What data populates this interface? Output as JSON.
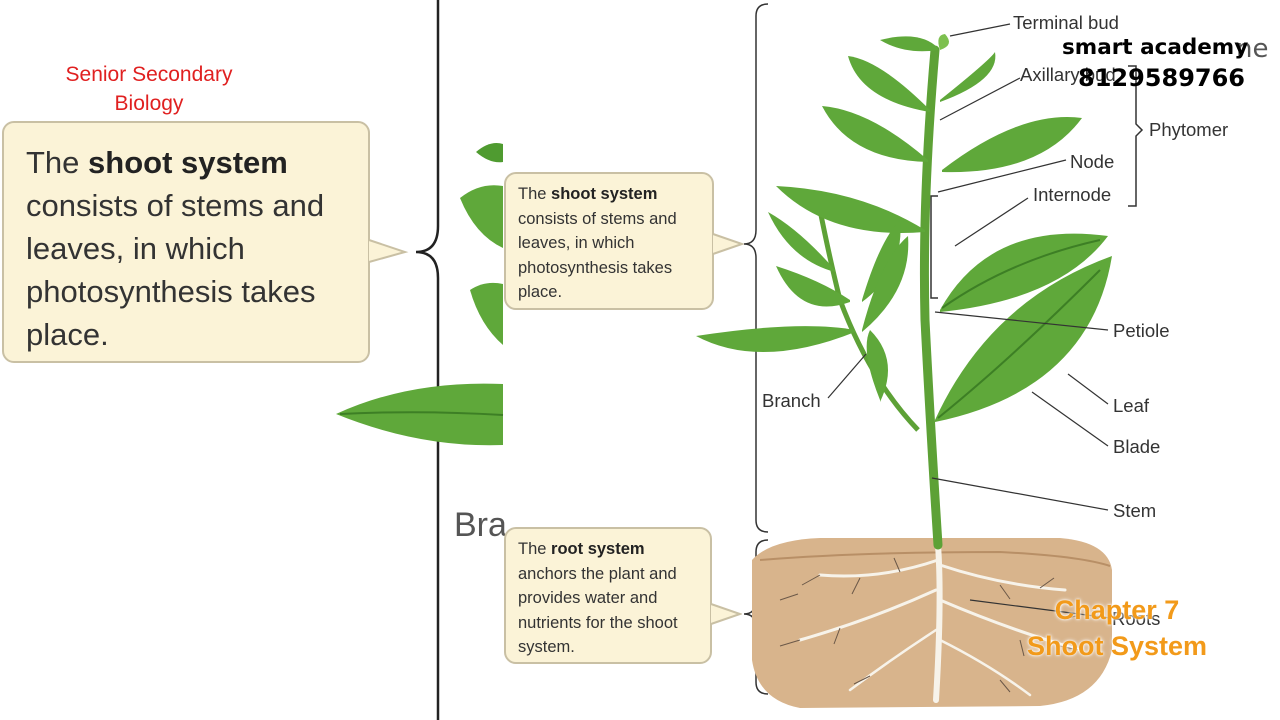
{
  "header": {
    "red_title_line1": "Senior Secondary",
    "red_title_line2": "Biology"
  },
  "brand": {
    "name": "smart academy",
    "phone": "8129589766",
    "partial_text": "ne"
  },
  "big_callout": {
    "prefix": "The ",
    "bold": "shoot system",
    "rest": "consists of stems and leaves, in which photosynthesis takes place."
  },
  "shoot_callout": {
    "prefix": "The ",
    "bold": "shoot system",
    "rest": "consists of stems and leaves, in which photosynthesis takes place."
  },
  "root_callout": {
    "prefix": "The ",
    "bold": "root system",
    "rest": "anchors the plant and provides water and nutrients for the shoot system."
  },
  "partial_label": "Bra",
  "labels": {
    "terminal_bud": "Terminal bud",
    "axillary_bud": "Axillary bud",
    "phytomer": "Phytomer",
    "node": "Node",
    "internode": "Internode",
    "petiole": "Petiole",
    "leaf": "Leaf",
    "blade": "Blade",
    "branch": "Branch",
    "stem": "Stem",
    "roots": "Roots"
  },
  "chapter": {
    "line1": "Chapter 7",
    "line2": "Shoot System"
  },
  "colors": {
    "leaf_green": "#5fa83a",
    "leaf_dark": "#3d7f25",
    "soil": "#d8b48c",
    "callout_bg": "#fbf3d7",
    "title_red": "#e02020",
    "chapter_orange": "#f29a1a"
  }
}
